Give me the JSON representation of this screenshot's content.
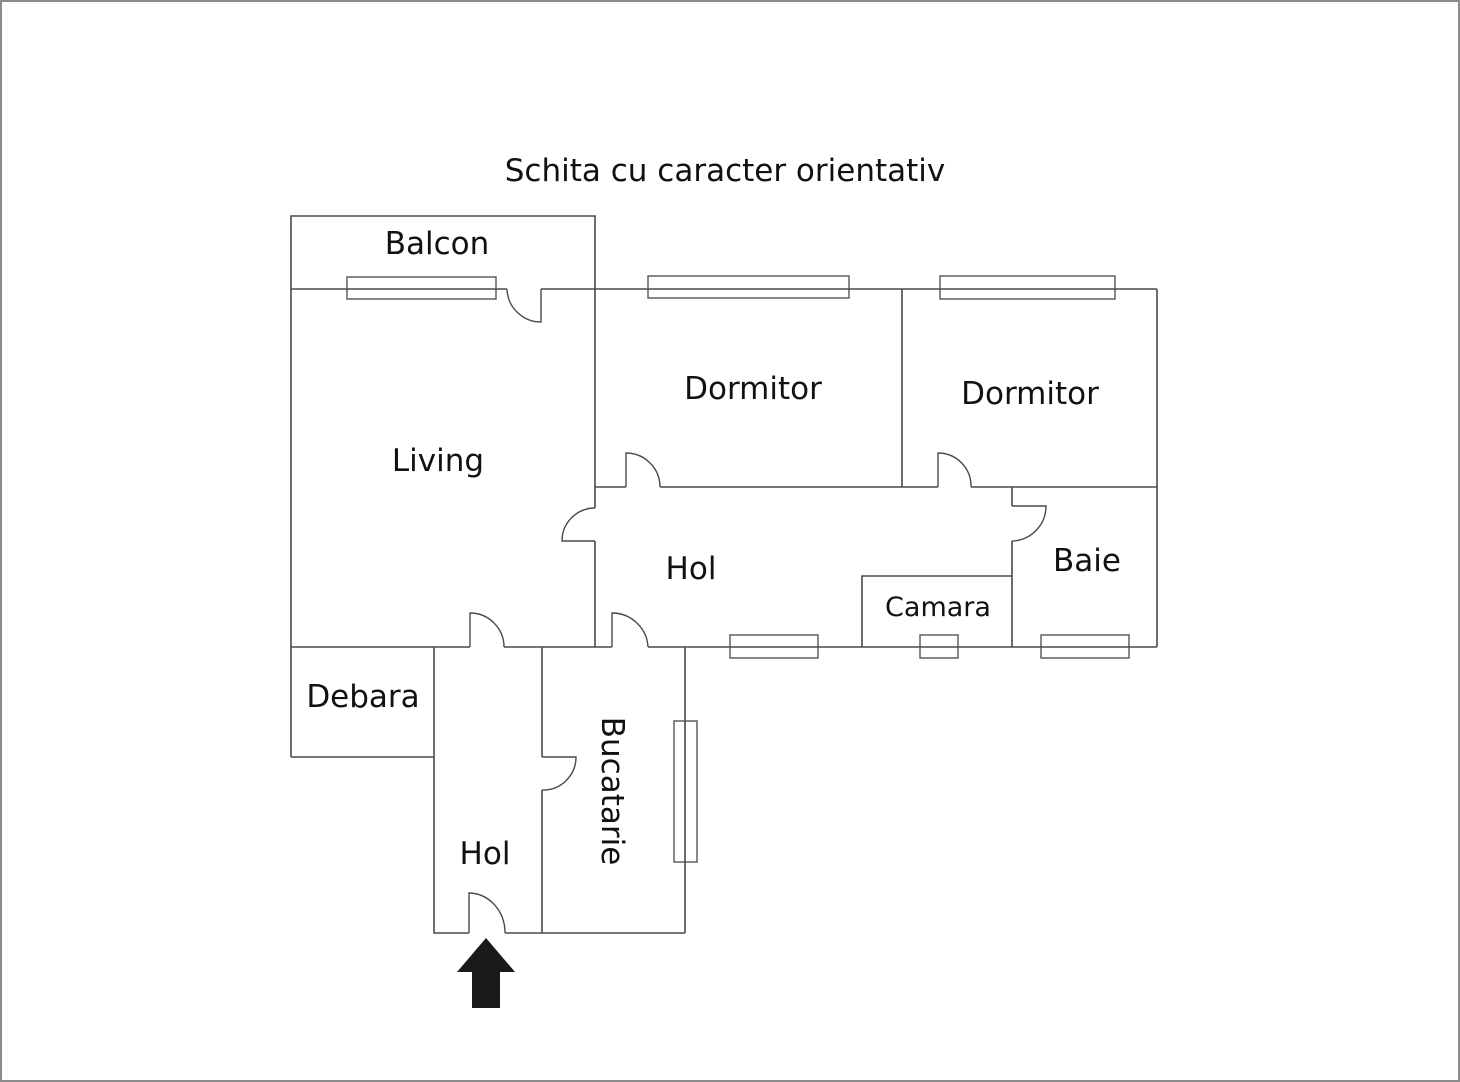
{
  "title": "Schita cu caracter orientativ",
  "rooms": {
    "balcon": "Balcon",
    "living": "Living",
    "dormitor_1": "Dormitor",
    "dormitor_2": "Dormitor",
    "hol_main": "Hol",
    "camara": "Camara",
    "baie": "Baie",
    "debara": "Debara",
    "hol_entry": "Hol",
    "bucatarie": "Bucatarie"
  },
  "entrance_marker": "arrow-up-icon",
  "colors": {
    "walls": "#4a4a4a",
    "arrow": "#1a1a1a",
    "frame": "#8c8c8c"
  }
}
